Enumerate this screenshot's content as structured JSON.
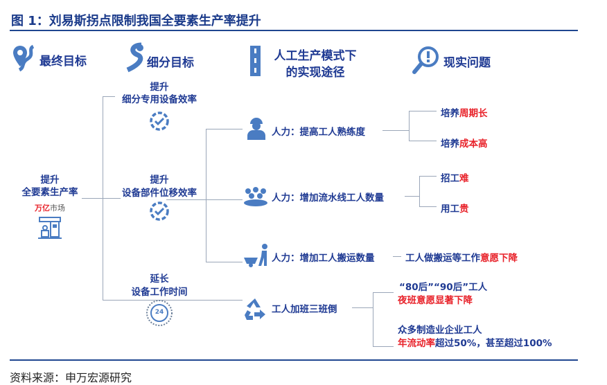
{
  "title": "图 1：刘易斯拐点限制我国全要素生产率提升",
  "headers": {
    "ultimate_goal": "最终目标",
    "sub_goal": "细分目标",
    "path_line1": "人工生产模式下",
    "path_line2": "的实现途径",
    "real_problem": "现实问题"
  },
  "ultimate": {
    "line1": "提升",
    "line2": "全要素生产率",
    "market_red": "万亿",
    "market_rest": "市场"
  },
  "subgoals": [
    {
      "line1": "提升",
      "line2": "细分专用设备效率"
    },
    {
      "line1": "提升",
      "line2": "设备部件位移效率"
    },
    {
      "line1": "延长",
      "line2": "设备工作时间"
    }
  ],
  "paths": [
    "人力：提高工人熟练度",
    "人力：增加流水线工人数量",
    "人力：增加工人搬运数量",
    "工人加班三班倒"
  ],
  "problems": {
    "p1a": {
      "blue": "培养",
      "red": "周期长"
    },
    "p1b": {
      "blue": "培养",
      "red": "成本高"
    },
    "p2a": {
      "blue": "招工",
      "red": "难"
    },
    "p2b": {
      "blue": "用工",
      "red": "贵"
    },
    "p3": {
      "blue": "工人做搬运等工作",
      "red": "意愿下降"
    },
    "p4a_line1": "“80后”“90后”工人",
    "p4a_line2": "夜班意愿显著下降",
    "p4b_line1": "众多制造业企业工人",
    "p4b_red": "年流动率",
    "p4b_rest": "超过50%，甚至超过100%"
  },
  "clock_label": "24",
  "source": "资料来源：申万宏源研究",
  "colors": {
    "navy": "#1f3a93",
    "red": "#e8222a",
    "icon": "#4a7cc2",
    "line": "#9aa6b8"
  }
}
